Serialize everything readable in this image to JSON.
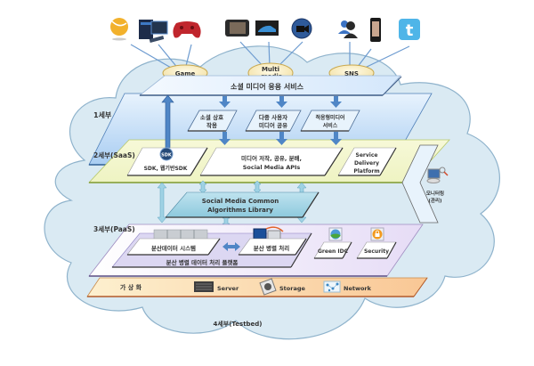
{
  "clients": {
    "groups": [
      {
        "label": "Game",
        "icons": [
          "tennis-ball-icon",
          "desktop-pc-icon",
          "gamepad-icon"
        ]
      },
      {
        "label": "Multi\n-media",
        "label_line1": "Multi",
        "label_line2": "-media",
        "icons": [
          "media-player-icon",
          "car-display-icon",
          "video-camera-icon"
        ]
      },
      {
        "label": "SNS",
        "icons": [
          "users-icon",
          "smartphone-icon",
          "twitter-icon"
        ]
      }
    ]
  },
  "layers": {
    "layer1": {
      "label": "1세부",
      "top_banner": "소셜 미디어 응용 서비스",
      "boxes": [
        {
          "line1": "소셜 상호",
          "line2": "작용"
        },
        {
          "line1": "다중 사용자",
          "line2": "미디어 공유"
        },
        {
          "line1": "적응형미디어",
          "line2": "서비스"
        }
      ]
    },
    "layer2": {
      "label": "2세부(SaaS)",
      "sdk_box": "SDK, 웹기반SDK",
      "sdk_badge": "SDK",
      "media_box": {
        "line1": "미디어 저작, 공유, 분배,",
        "line2": "Social Media APIs"
      },
      "delivery_box": {
        "line1": "Service",
        "line2": "Delivery",
        "line3": "Platform"
      }
    },
    "library": {
      "line1": "Social Media Common",
      "line2": "Algorithms Library"
    },
    "layer3": {
      "label": "3세부(PaaS)",
      "dist_data": "분산데이터 시스템",
      "parallel": "분산 병렬 처리",
      "platform": "분산 병렬 데이터 처리 플랫폼",
      "green_idc": "Green IDC",
      "security": "Security"
    },
    "virtualization": {
      "label": "가 상 화",
      "items": [
        "Server",
        "Storage",
        "Network"
      ]
    },
    "layer4": {
      "label": "4세부(Testbed)"
    }
  },
  "monitoring": {
    "line1": "모니터링",
    "line2": "(관리)"
  },
  "colors": {
    "cloud": "#daeaf3",
    "cloud_stroke": "#8fb3cc",
    "layer1": "#bcd8f5",
    "layer2": "#f4f6cf",
    "layer3": "#ece4f7",
    "virtual": "#fbdcb0",
    "oval": "#fbeec6",
    "arrow": "#4f86c6",
    "arrow_light": "#9fd2e4"
  }
}
